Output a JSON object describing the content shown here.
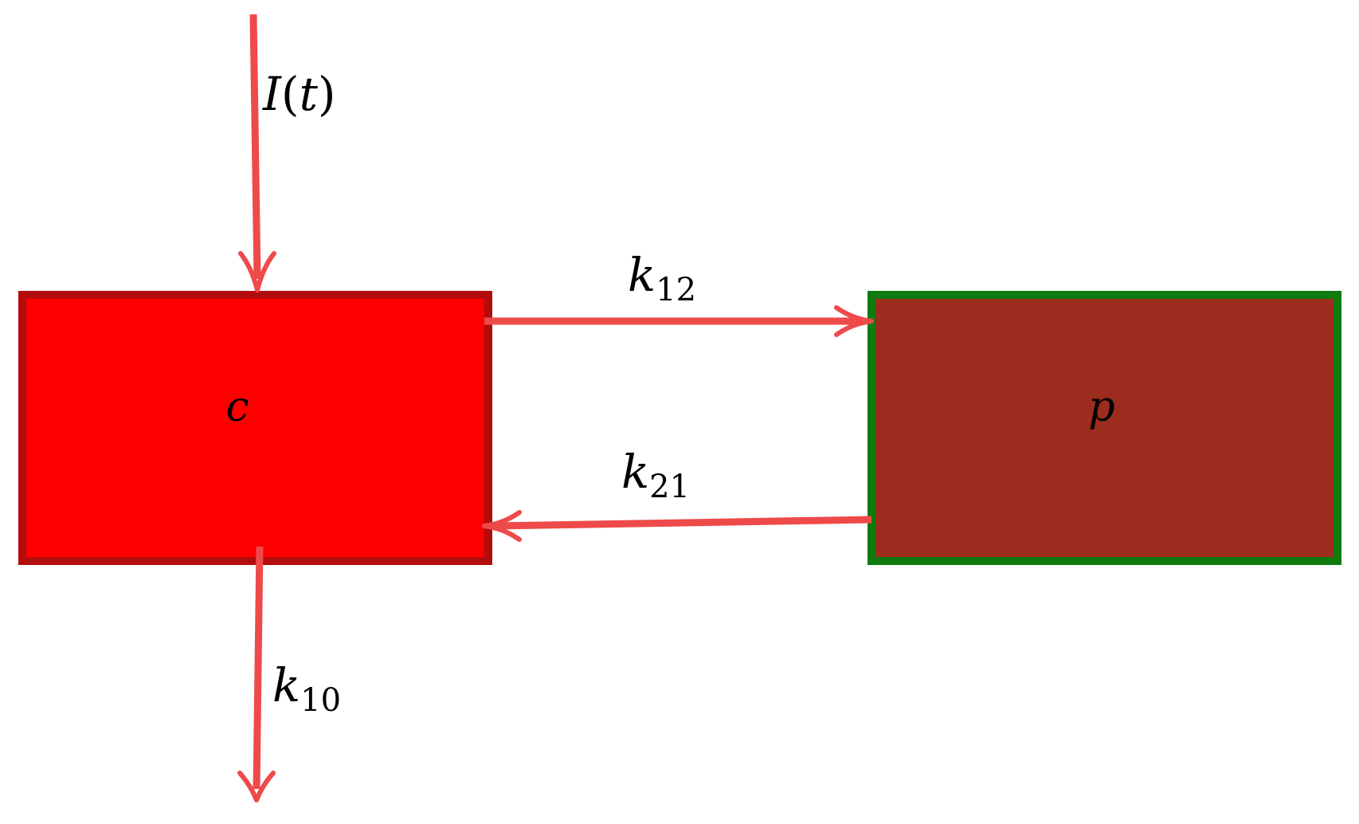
{
  "colors": {
    "arrow": "#ee4a4a",
    "central_fill": "#ff0000",
    "central_border": "#b30c0c",
    "peripheral_fill": "#9c2c1e",
    "peripheral_border": "#0f7a0f",
    "text": "#000000"
  },
  "compartments": {
    "central": {
      "label": "c"
    },
    "peripheral": {
      "label": "p"
    }
  },
  "arrows": {
    "input": {
      "symbol": "I",
      "open": "(",
      "arg": "t",
      "close": ")"
    },
    "k12": {
      "symbol": "k",
      "subscript": "12"
    },
    "k21": {
      "symbol": "k",
      "subscript": "21"
    },
    "k10": {
      "symbol": "k",
      "subscript": "10"
    }
  }
}
